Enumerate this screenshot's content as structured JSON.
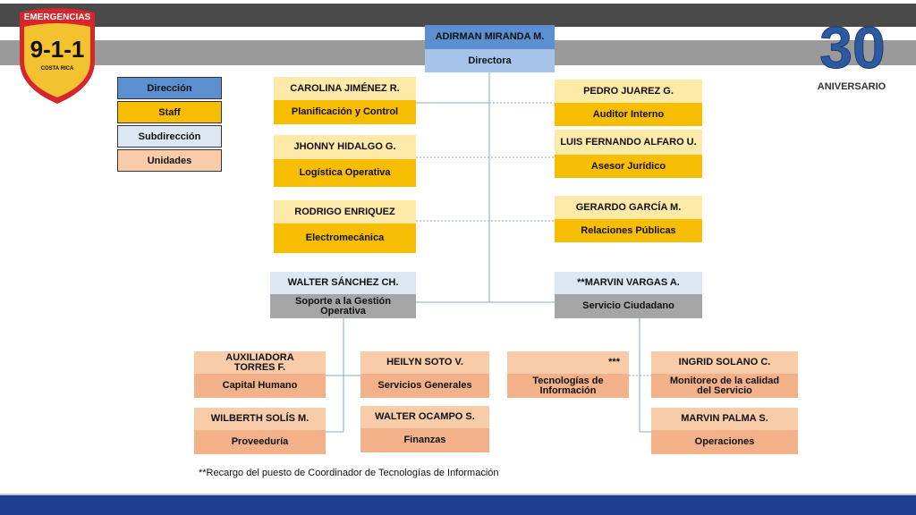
{
  "colors": {
    "direccion": "#5b8fd0",
    "staff_name": "#fde9a8",
    "staff_role": "#f7bd00",
    "sub_name": "#dde6f3",
    "sub_role": "#a5a5a5",
    "unit_name": "#f8cba9",
    "unit_role": "#f3b18a",
    "line": "#8aa8cf"
  },
  "logo_911": {
    "top_text": "EMERGENCIAS",
    "number": "9-1-1",
    "country": "COSTA RICA"
  },
  "logo_30": {
    "number": "30",
    "label": "ANIVERSARIO"
  },
  "legend": [
    {
      "label": "Dirección",
      "color": "#5b8fd0"
    },
    {
      "label": "Staff",
      "color": "#f7bd00"
    },
    {
      "label": "Subdirección",
      "color": "#dde6f3"
    },
    {
      "label": "Unidades",
      "color": "#f8cba9"
    }
  ],
  "director": {
    "name": "ADIRMAN MIRANDA M.",
    "role": "Directora"
  },
  "staff_left": [
    {
      "name": "CAROLINA JIMÉNEZ R.",
      "role": "Planificación y Control"
    },
    {
      "name": "JHONNY HIDALGO G.",
      "role": "Logística Operativa"
    },
    {
      "name": "RODRIGO ENRIQUEZ",
      "role": "Electromecánica"
    }
  ],
  "staff_right": [
    {
      "name": "PEDRO JUAREZ G.",
      "role": "Auditor Interno"
    },
    {
      "name": "LUIS FERNANDO ALFARO U.",
      "role": "Asesor Jurídico"
    },
    {
      "name": "GERARDO GARCÍA M.",
      "role": "Relaciones Públicas"
    }
  ],
  "subdir_left": {
    "name": "WALTER SÁNCHEZ CH.",
    "role": "Soporte a la Gestión Operativa"
  },
  "subdir_right": {
    "name": "**MARVIN VARGAS A.",
    "role": "Servicio Ciudadano"
  },
  "units_left": [
    {
      "name": "AUXILIADORA TORRES F.",
      "role": "Capital Humano"
    },
    {
      "name": "HEILYN SOTO V.",
      "role": "Servicios Generales"
    },
    {
      "name": "WILBERTH SOLÍS M.",
      "role": "Proveeduría"
    },
    {
      "name": "WALTER OCAMPO S.",
      "role": "Finanzas"
    }
  ],
  "units_right": [
    {
      "name": "***",
      "role": "Tecnologías de Información"
    },
    {
      "name": "INGRID SOLANO C.",
      "role": "Monitoreo de la calidad del Servicio"
    },
    {
      "name": "MARVIN PALMA S.",
      "role": "Operaciones"
    }
  ],
  "footnote": "**Recargo del puesto de Coordinador de Tecnologías de Información"
}
